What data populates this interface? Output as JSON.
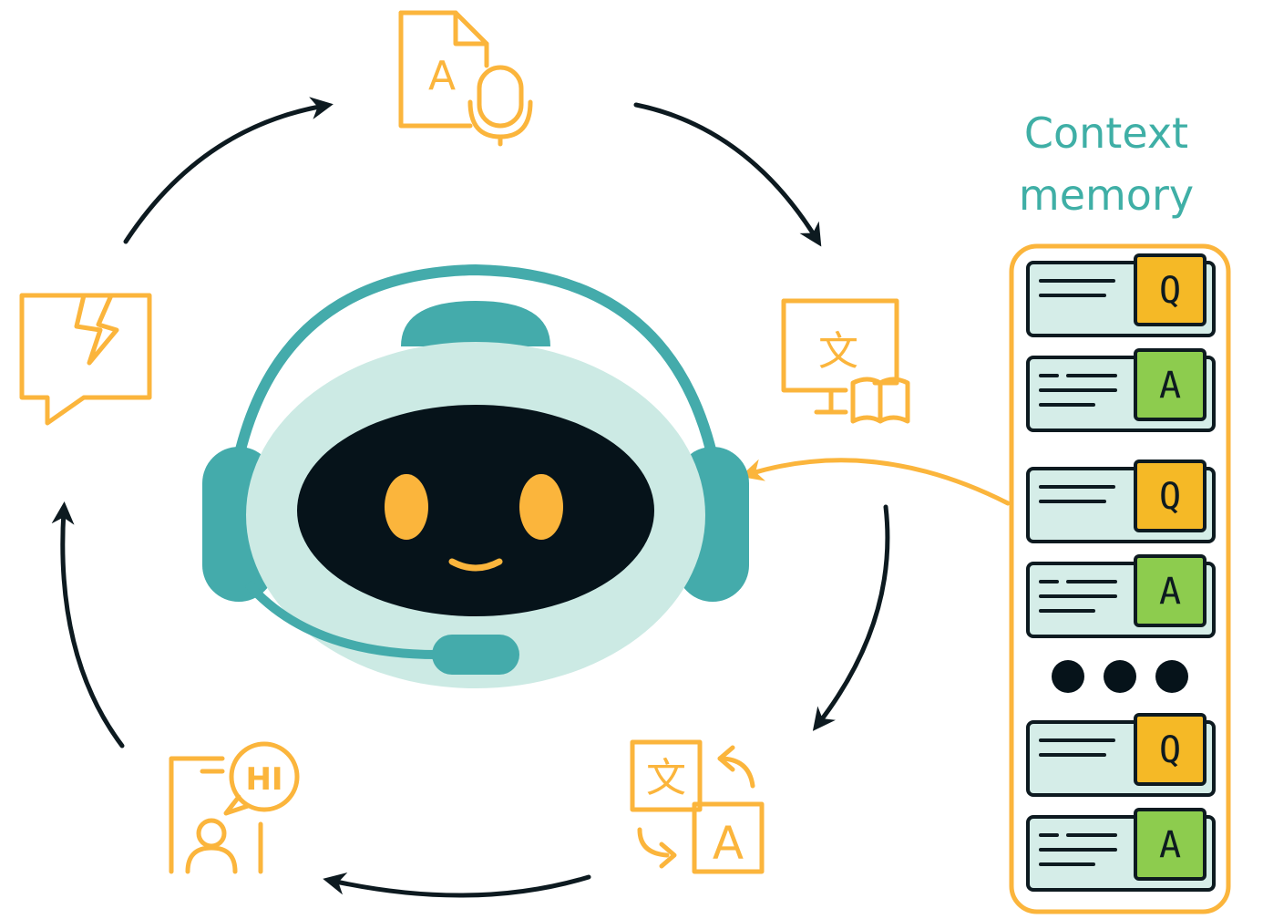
{
  "context_memory": {
    "title_line1": "Context",
    "title_line2": "memory",
    "cards": [
      {
        "type": "question",
        "letter": "Q"
      },
      {
        "type": "answer",
        "letter": "A"
      },
      {
        "type": "question",
        "letter": "Q"
      },
      {
        "type": "answer",
        "letter": "A"
      },
      {
        "type": "question",
        "letter": "Q"
      },
      {
        "type": "answer",
        "letter": "A"
      }
    ],
    "ellipsis_dots": 3
  },
  "cycle_nodes": [
    {
      "icon": "audio-document-icon",
      "glyph": "A"
    },
    {
      "icon": "translate-book-icon",
      "glyph": "文"
    },
    {
      "icon": "language-swap-icon",
      "glyph_source": "文",
      "glyph_target": "A"
    },
    {
      "icon": "greeting-phone-icon",
      "glyph": "HI"
    },
    {
      "icon": "broken-message-icon"
    }
  ],
  "colors": {
    "accent": "#FBB53C",
    "teal": "#44ABAB",
    "teal_light": "#CCEAE4",
    "dark": "#06131A",
    "title_teal": "#3FAFA6",
    "card_bg": "#D5EDE8",
    "answer_green": "#8DCC4E",
    "question_amber": "#F5B926",
    "arrow": "#0D1A20"
  }
}
